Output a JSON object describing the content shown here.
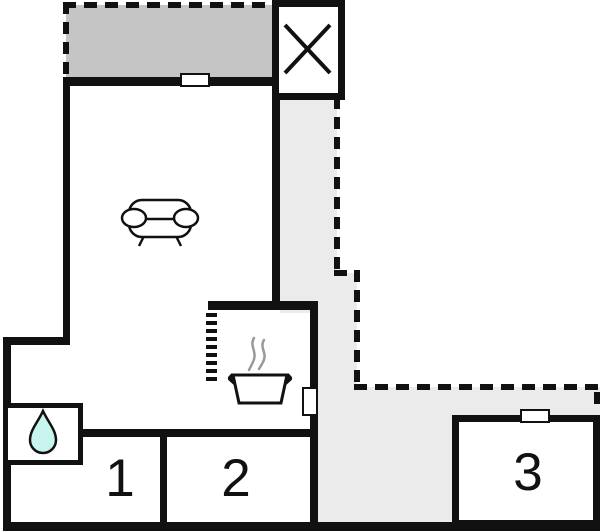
{
  "plan": {
    "type": "floor-plan",
    "rooms": [
      {
        "label": "1"
      },
      {
        "label": "2"
      },
      {
        "label": "3"
      }
    ],
    "areas": {
      "terrace": {
        "fill": "#c5c5c5",
        "border": "dashed"
      },
      "hallway": {
        "fill": "#ebebeb",
        "border": "dashed"
      }
    },
    "icons": {
      "stairs": "stairs-cross-icon",
      "living_room": "sofa-icon",
      "kitchen": "stove-icon",
      "kitchen_counter": "counter-dotted-line",
      "bathroom": "water-drop-icon"
    },
    "colors": {
      "wall": "#111111",
      "water_drop": "#c7f4ef",
      "steam": "#999999",
      "icon_stroke": "#111111"
    },
    "door_markers": 3
  }
}
